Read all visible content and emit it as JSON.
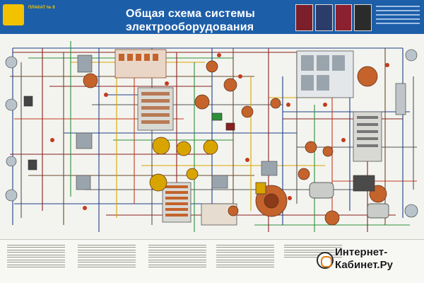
{
  "header": {
    "title_line1": "Общая схема системы",
    "title_line2": "электрооборудования",
    "poster_label": "ПЛАКАТ № 9",
    "bg_color": "#1d5ea8"
  },
  "watermark": {
    "line1": "Интернет-",
    "line2": "Кабинет.Ру",
    "logo_icon": "cart-logo-icon"
  },
  "schematic": {
    "wire_colors": [
      "#8b1e1e",
      "#1f3f8a",
      "#2c8f3a",
      "#d8a400",
      "#6b4a2b",
      "#555555",
      "#c43b1e"
    ],
    "component_color": "#c4632b",
    "relay_color": "#9aa4ad"
  }
}
